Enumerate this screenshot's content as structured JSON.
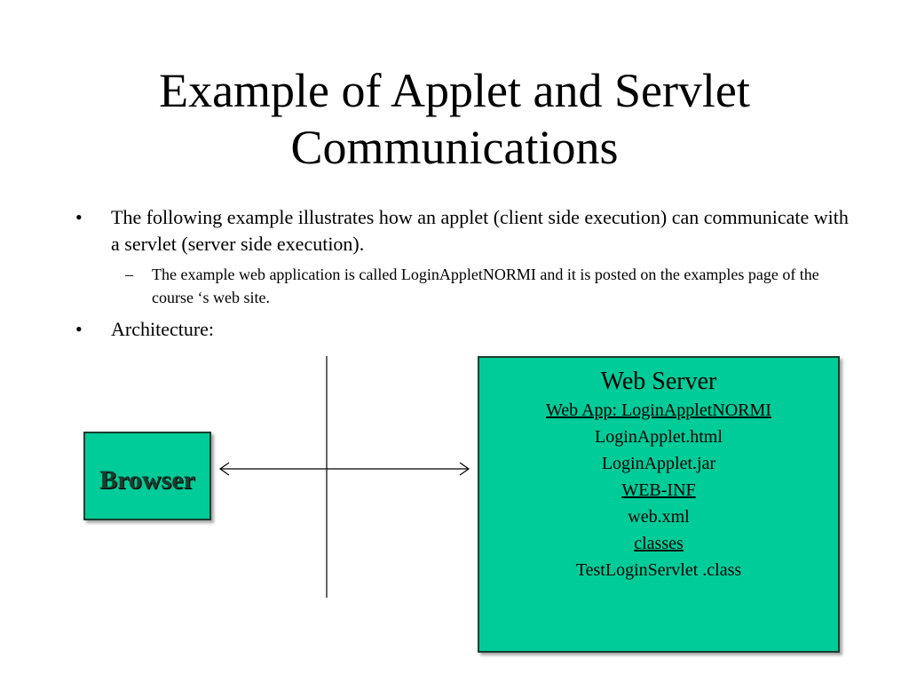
{
  "title": "Example of Applet and Servlet Communications",
  "bullets": [
    {
      "marker": "•",
      "text": "The following example illustrates how an applet (client side execution) can communicate with a servlet (server side execution).",
      "sub": {
        "marker": "–",
        "text": "The example web application is called LoginAppletNORMI and it is posted on the examples page of the course ‘s web site."
      }
    },
    {
      "marker": "•",
      "text": "Architecture:"
    }
  ],
  "diagram": {
    "browser_label": "Browser",
    "server_title": "Web Server",
    "server_lines": [
      {
        "text": "Web App: LoginAppletNORMI",
        "underline": true
      },
      {
        "text": "LoginApplet.html",
        "underline": false
      },
      {
        "text": "LoginApplet.jar",
        "underline": false
      },
      {
        "text": "WEB-INF",
        "underline": true
      },
      {
        "text": "web.xml",
        "underline": false
      },
      {
        "text": "classes",
        "underline": true
      },
      {
        "text": "TestLoginServlet .class",
        "underline": false
      }
    ],
    "box_color": "#00cc99",
    "line_color": "#000000"
  }
}
